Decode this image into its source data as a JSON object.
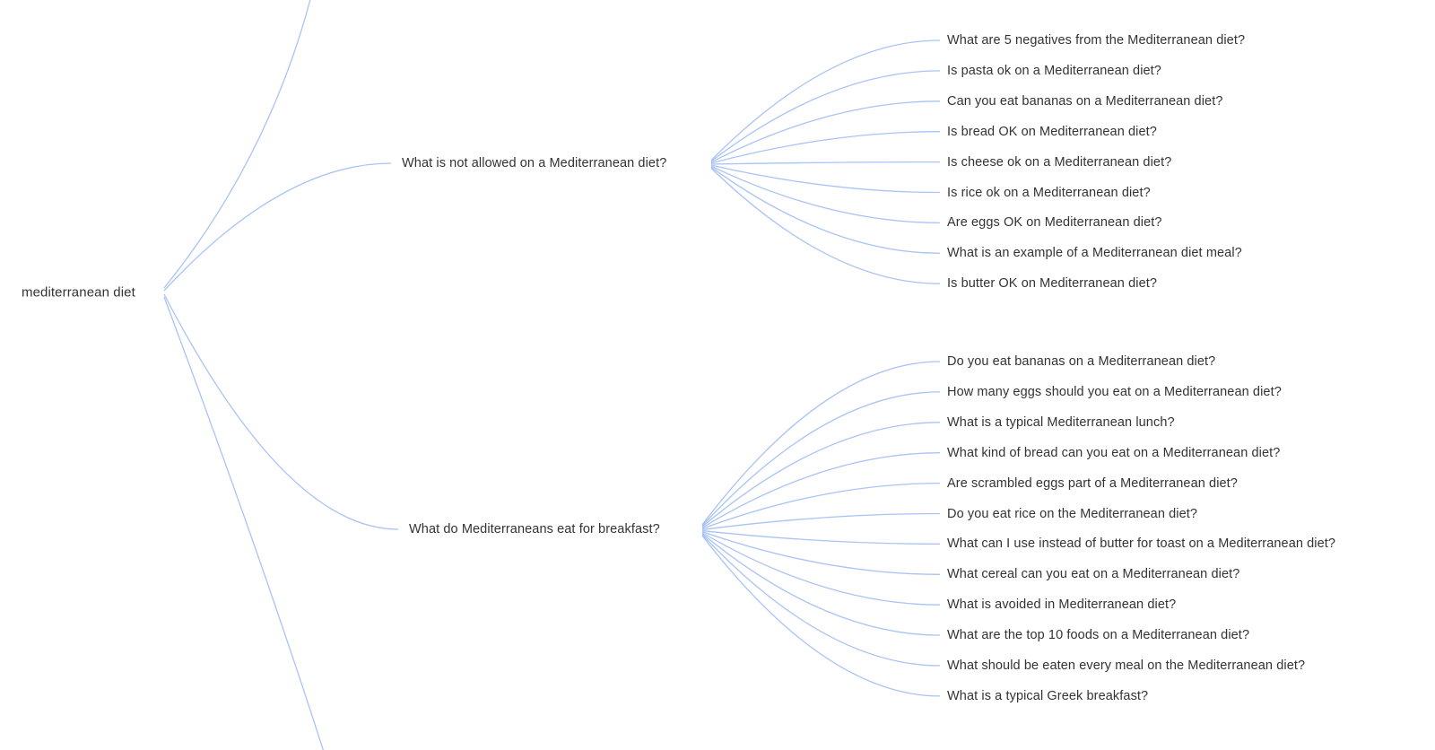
{
  "root": {
    "label": "mediterranean diet"
  },
  "branches": [
    {
      "label": "What is not allowed on a Mediterranean diet?",
      "children": [
        "What are 5 negatives from the Mediterranean diet?",
        "Is pasta ok on a Mediterranean diet?",
        "Can you eat bananas on a Mediterranean diet?",
        "Is bread OK on Mediterranean diet?",
        "Is cheese ok on a Mediterranean diet?",
        "Is rice ok on a Mediterranean diet?",
        "Are eggs OK on Mediterranean diet?",
        "What is an example of a Mediterranean diet meal?",
        "Is butter OK on Mediterranean diet?"
      ]
    },
    {
      "label": "What do Mediterraneans eat for breakfast?",
      "children": [
        "Do you eat bananas on a Mediterranean diet?",
        "How many eggs should you eat on a Mediterranean diet?",
        "What is a typical Mediterranean lunch?",
        "What kind of bread can you eat on a Mediterranean diet?",
        "Are scrambled eggs part of a Mediterranean diet?",
        "Do you eat rice on the Mediterranean diet?",
        "What can I use instead of butter for toast on a Mediterranean diet?",
        "What cereal can you eat on a Mediterranean diet?",
        "What is avoided in Mediterranean diet?",
        "What are the top 10 foods on a Mediterranean diet?",
        "What should be eaten every meal on the Mediterranean diet?",
        "What is a typical Greek breakfast?"
      ]
    }
  ],
  "colors": {
    "connector": "#a9c3f5",
    "text": "#333333",
    "background": "#ffffff"
  }
}
